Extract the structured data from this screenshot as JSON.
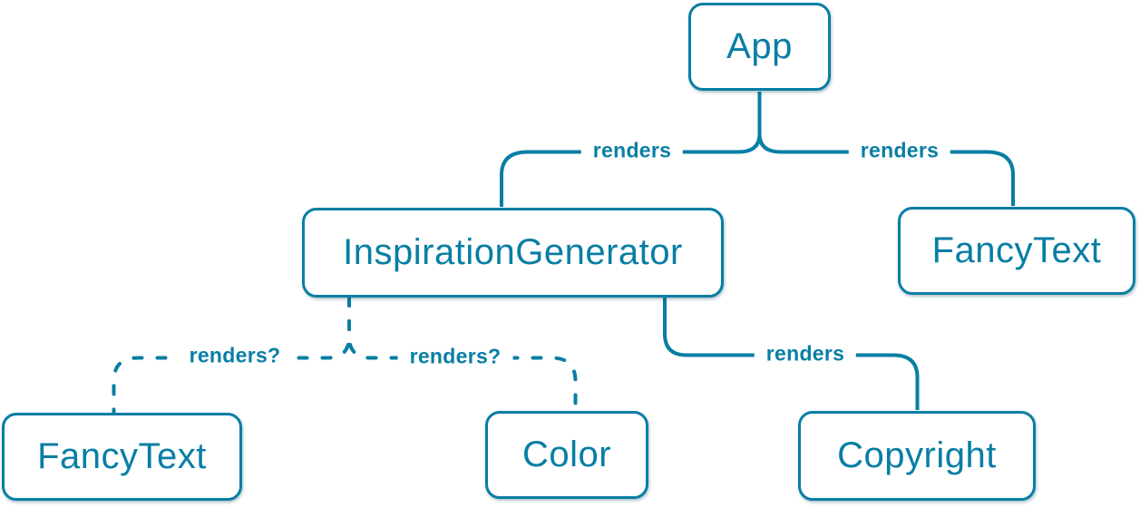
{
  "colors": {
    "accent": "#087ea4",
    "node_background": "#ffffff",
    "page_background": "#ffffff"
  },
  "nodes": [
    {
      "id": "app",
      "label": "App"
    },
    {
      "id": "inspiration-generator",
      "label": "InspirationGenerator"
    },
    {
      "id": "fancy-text-top",
      "label": "FancyText"
    },
    {
      "id": "fancy-text-bottom",
      "label": "FancyText"
    },
    {
      "id": "color",
      "label": "Color"
    },
    {
      "id": "copyright",
      "label": "Copyright"
    }
  ],
  "edges": [
    {
      "from": "app",
      "to": "inspiration-generator",
      "label": "renders",
      "style": "solid"
    },
    {
      "from": "app",
      "to": "fancy-text-top",
      "label": "renders",
      "style": "solid"
    },
    {
      "from": "inspiration-generator",
      "to": "fancy-text-bottom",
      "label": "renders?",
      "style": "dashed"
    },
    {
      "from": "inspiration-generator",
      "to": "color",
      "label": "renders?",
      "style": "dashed"
    },
    {
      "from": "inspiration-generator",
      "to": "copyright",
      "label": "renders",
      "style": "solid"
    }
  ]
}
